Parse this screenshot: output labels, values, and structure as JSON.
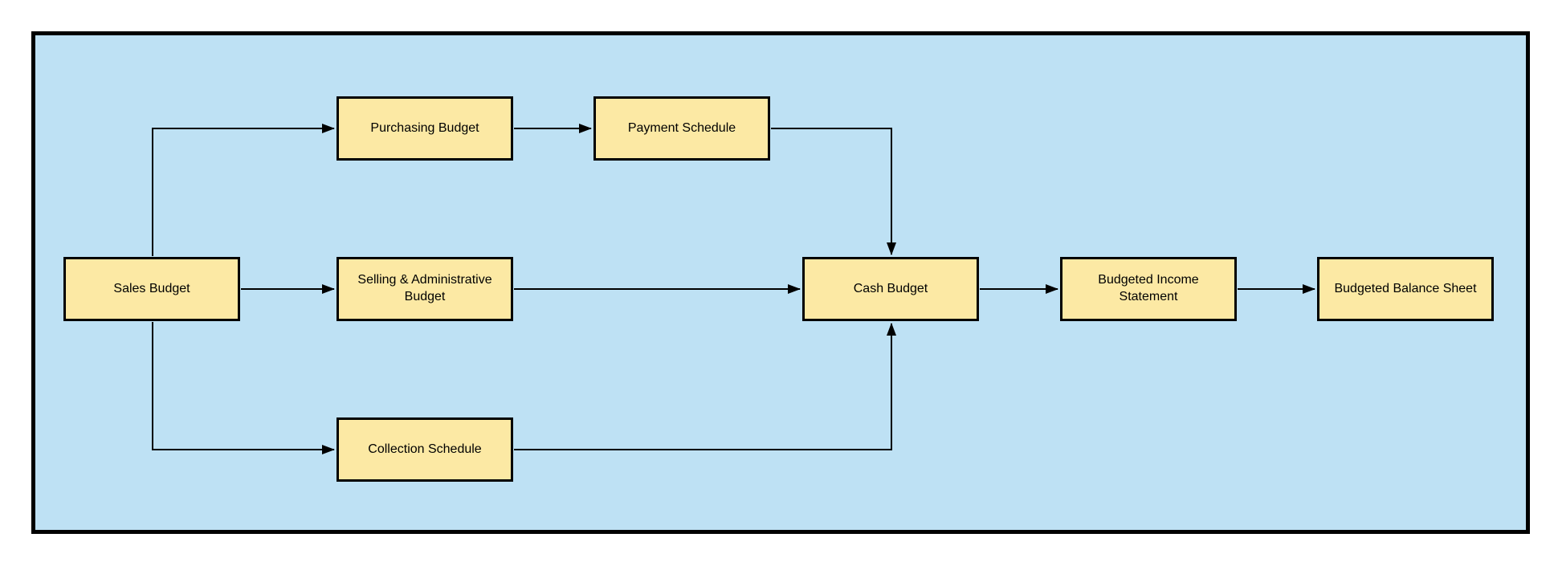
{
  "diagram": {
    "type": "flowchart",
    "background_color": "#ffffff",
    "canvas_fill_color": "#bee1f4",
    "canvas_border_color": "#000000",
    "node_fill_color": "#fce9a4",
    "node_border_color": "#000000",
    "connector_color": "#000000",
    "nodes": [
      {
        "id": "sales",
        "label": "Sales Budget"
      },
      {
        "id": "purchasing",
        "label": "Purchasing Budget"
      },
      {
        "id": "payment",
        "label": "Payment Schedule"
      },
      {
        "id": "selling",
        "label": "Selling & Administrative Budget"
      },
      {
        "id": "collection",
        "label": "Collection Schedule"
      },
      {
        "id": "cash",
        "label": "Cash Budget"
      },
      {
        "id": "income",
        "label": "Budgeted Income Statement"
      },
      {
        "id": "balance",
        "label": "Budgeted Balance Sheet"
      }
    ],
    "edges": [
      {
        "from": "Sales Budget",
        "to": "Purchasing Budget"
      },
      {
        "from": "Sales Budget",
        "to": "Selling & Administrative Budget"
      },
      {
        "from": "Sales Budget",
        "to": "Collection Schedule"
      },
      {
        "from": "Purchasing Budget",
        "to": "Payment Schedule"
      },
      {
        "from": "Payment Schedule",
        "to": "Cash Budget"
      },
      {
        "from": "Selling & Administrative Budget",
        "to": "Cash Budget"
      },
      {
        "from": "Collection Schedule",
        "to": "Cash Budget"
      },
      {
        "from": "Cash Budget",
        "to": "Budgeted Income Statement"
      },
      {
        "from": "Budgeted Income Statement",
        "to": "Budgeted Balance Sheet"
      }
    ]
  }
}
